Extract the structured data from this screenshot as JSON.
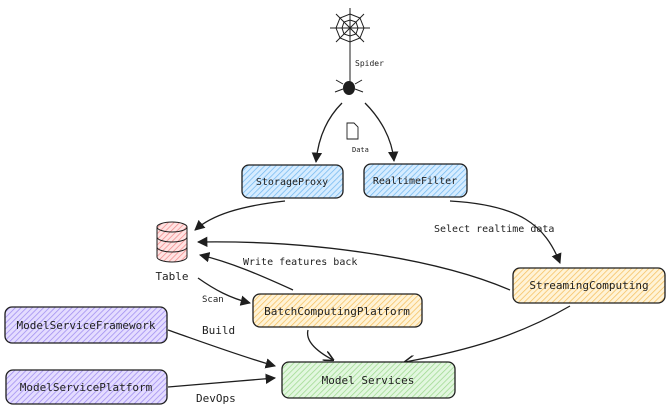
{
  "nodes": {
    "spider": {
      "label": "Spider",
      "icon": "spider-icon"
    },
    "data": {
      "label": "Data",
      "icon": "document-icon"
    },
    "storage_proxy": {
      "label": "StorageProxy",
      "color": "#a5d8ff"
    },
    "realtime_filter": {
      "label": "RealtimeFilter",
      "color": "#a5d8ff"
    },
    "table": {
      "label": "Table",
      "icon": "database-icon",
      "color": "#ffc9c9"
    },
    "batch": {
      "label": "BatchComputingPlatform",
      "color": "#ffd8a8"
    },
    "streaming": {
      "label": "StreamingComputing",
      "color": "#ffd8a8"
    },
    "framework": {
      "label": "ModelServiceFramework",
      "color": "#d0bfff"
    },
    "platform": {
      "label": "ModelServicePlatform",
      "color": "#d0bfff"
    },
    "model_services": {
      "label": "Model Services",
      "color": "#b2f2bb"
    }
  },
  "edges": {
    "select_realtime": "Select realtime data",
    "write_back": "Write features back",
    "scan": "Scan",
    "build": "Build",
    "devops": "DevOps"
  }
}
